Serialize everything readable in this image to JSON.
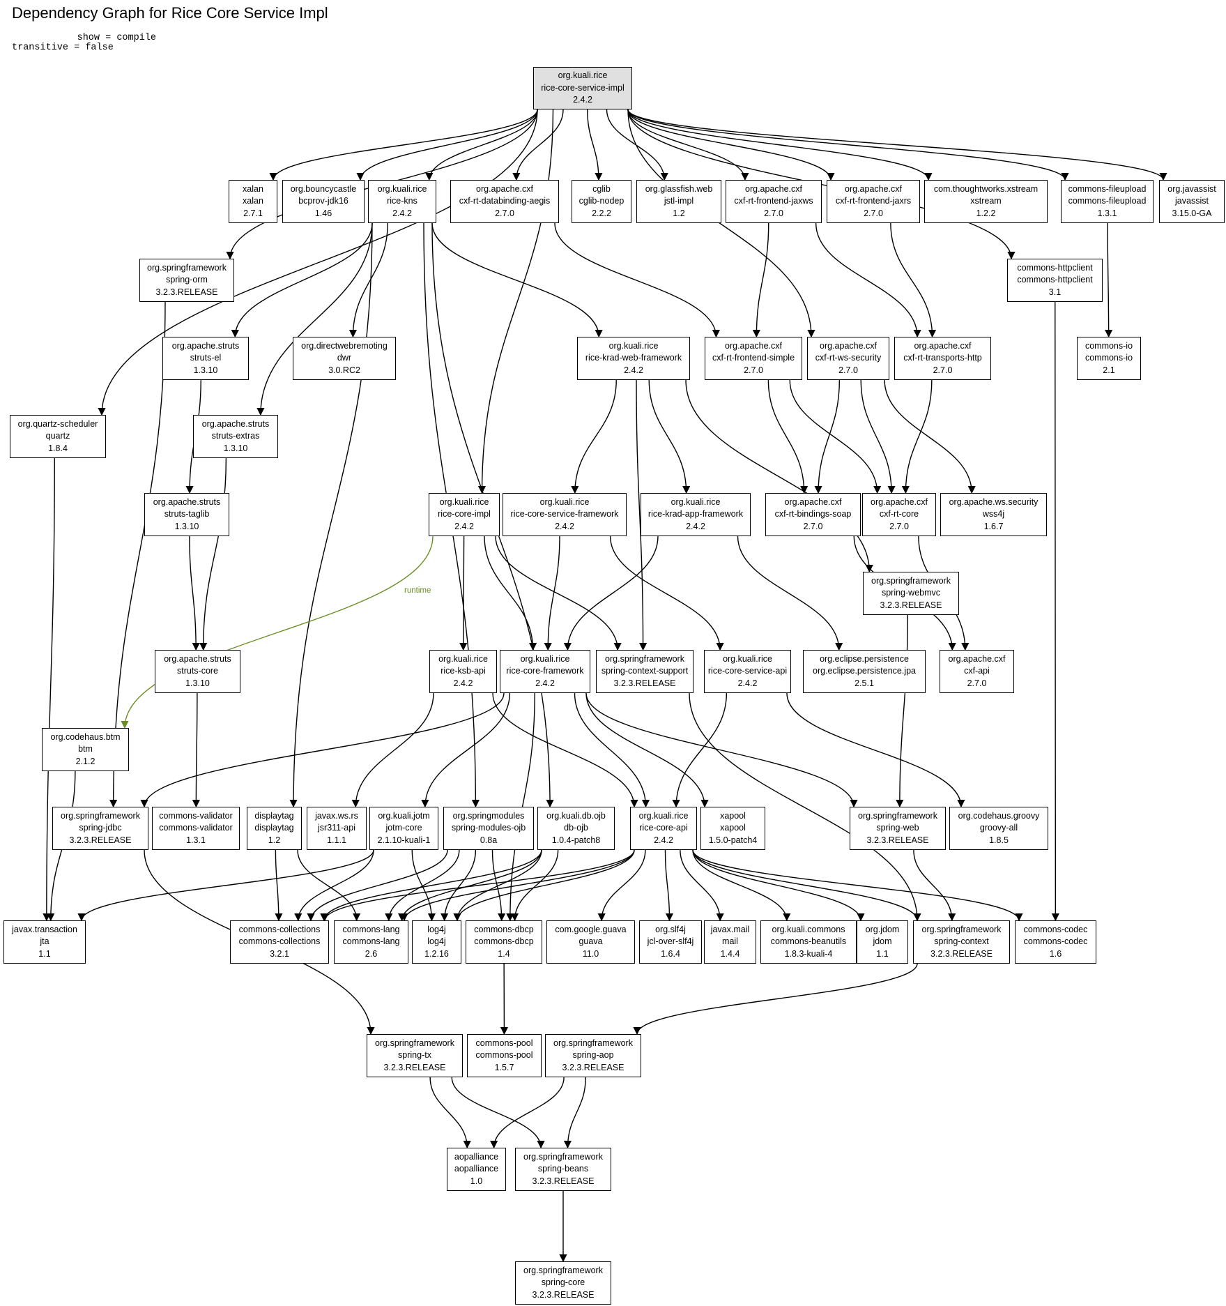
{
  "title": "Dependency Graph for Rice Core Service Impl",
  "options": {
    "show": "      show = compile",
    "transitive": "transitive = false"
  },
  "colors": {
    "edge": "#000000",
    "runtime_edge": "#6b8e23",
    "root_fill": "#e0e0e0"
  },
  "nodes": [
    {
      "id": "root",
      "group": "org.kuali.rice",
      "artifact": "rice-core-service-impl",
      "version": "2.4.2",
      "root": true
    },
    {
      "id": "xalan",
      "group": "xalan",
      "artifact": "xalan",
      "version": "2.7.1"
    },
    {
      "id": "bcprov",
      "group": "org.bouncycastle",
      "artifact": "bcprov-jdk16",
      "version": "1.46"
    },
    {
      "id": "kns",
      "group": "org.kuali.rice",
      "artifact": "rice-kns",
      "version": "2.4.2"
    },
    {
      "id": "aegis",
      "group": "org.apache.cxf",
      "artifact": "cxf-rt-databinding-aegis",
      "version": "2.7.0"
    },
    {
      "id": "cglib",
      "group": "cglib",
      "artifact": "cglib-nodep",
      "version": "2.2.2"
    },
    {
      "id": "jstl",
      "group": "org.glassfish.web",
      "artifact": "jstl-impl",
      "version": "1.2"
    },
    {
      "id": "jaxws",
      "group": "org.apache.cxf",
      "artifact": "cxf-rt-frontend-jaxws",
      "version": "2.7.0"
    },
    {
      "id": "jaxrs",
      "group": "org.apache.cxf",
      "artifact": "cxf-rt-frontend-jaxrs",
      "version": "2.7.0"
    },
    {
      "id": "xstream",
      "group": "com.thoughtworks.xstream",
      "artifact": "xstream",
      "version": "1.2.2"
    },
    {
      "id": "fileupload",
      "group": "commons-fileupload",
      "artifact": "commons-fileupload",
      "version": "1.3.1"
    },
    {
      "id": "javassist",
      "group": "org.javassist",
      "artifact": "javassist",
      "version": "3.15.0-GA"
    },
    {
      "id": "springorm",
      "group": "org.springframework",
      "artifact": "spring-orm",
      "version": "3.2.3.RELEASE"
    },
    {
      "id": "httpclient",
      "group": "commons-httpclient",
      "artifact": "commons-httpclient",
      "version": "3.1"
    },
    {
      "id": "strutsel",
      "group": "org.apache.struts",
      "artifact": "struts-el",
      "version": "1.3.10"
    },
    {
      "id": "dwr",
      "group": "org.directwebremoting",
      "artifact": "dwr",
      "version": "3.0.RC2"
    },
    {
      "id": "kradweb",
      "group": "org.kuali.rice",
      "artifact": "rice-krad-web-framework",
      "version": "2.4.2"
    },
    {
      "id": "simple",
      "group": "org.apache.cxf",
      "artifact": "cxf-rt-frontend-simple",
      "version": "2.7.0"
    },
    {
      "id": "wssec",
      "group": "org.apache.cxf",
      "artifact": "cxf-rt-ws-security",
      "version": "2.7.0"
    },
    {
      "id": "transhttp",
      "group": "org.apache.cxf",
      "artifact": "cxf-rt-transports-http",
      "version": "2.7.0"
    },
    {
      "id": "commonsio",
      "group": "commons-io",
      "artifact": "commons-io",
      "version": "2.1"
    },
    {
      "id": "quartz",
      "group": "org.quartz-scheduler",
      "artifact": "quartz",
      "version": "1.8.4"
    },
    {
      "id": "strutsext",
      "group": "org.apache.struts",
      "artifact": "struts-extras",
      "version": "1.3.10"
    },
    {
      "id": "taglib",
      "group": "org.apache.struts",
      "artifact": "struts-taglib",
      "version": "1.3.10"
    },
    {
      "id": "coreimpl",
      "group": "org.kuali.rice",
      "artifact": "rice-core-impl",
      "version": "2.4.2"
    },
    {
      "id": "csfw",
      "group": "org.kuali.rice",
      "artifact": "rice-core-service-framework",
      "version": "2.4.2"
    },
    {
      "id": "kradapp",
      "group": "org.kuali.rice",
      "artifact": "rice-krad-app-framework",
      "version": "2.4.2"
    },
    {
      "id": "bsoap",
      "group": "org.apache.cxf",
      "artifact": "cxf-rt-bindings-soap",
      "version": "2.7.0"
    },
    {
      "id": "cxfcore",
      "group": "org.apache.cxf",
      "artifact": "cxf-rt-core",
      "version": "2.7.0"
    },
    {
      "id": "wss4j",
      "group": "org.apache.ws.security",
      "artifact": "wss4j",
      "version": "1.6.7"
    },
    {
      "id": "webmvc",
      "group": "org.springframework",
      "artifact": "spring-webmvc",
      "version": "3.2.3.RELEASE"
    },
    {
      "id": "strutscore",
      "group": "org.apache.struts",
      "artifact": "struts-core",
      "version": "1.3.10"
    },
    {
      "id": "ksbapi",
      "group": "org.kuali.rice",
      "artifact": "rice-ksb-api",
      "version": "2.4.2"
    },
    {
      "id": "corefw",
      "group": "org.kuali.rice",
      "artifact": "rice-core-framework",
      "version": "2.4.2"
    },
    {
      "id": "ctxsupport",
      "group": "org.springframework",
      "artifact": "spring-context-support",
      "version": "3.2.3.RELEASE"
    },
    {
      "id": "csapi",
      "group": "org.kuali.rice",
      "artifact": "rice-core-service-api",
      "version": "2.4.2"
    },
    {
      "id": "jpa",
      "group": "org.eclipse.persistence",
      "artifact": "org.eclipse.persistence.jpa",
      "version": "2.5.1"
    },
    {
      "id": "cxfapi",
      "group": "org.apache.cxf",
      "artifact": "cxf-api",
      "version": "2.7.0"
    },
    {
      "id": "btm",
      "group": "org.codehaus.btm",
      "artifact": "btm",
      "version": "2.1.2"
    },
    {
      "id": "springjdbc",
      "group": "org.springframework",
      "artifact": "spring-jdbc",
      "version": "3.2.3.RELEASE"
    },
    {
      "id": "validator",
      "group": "commons-validator",
      "artifact": "commons-validator",
      "version": "1.3.1"
    },
    {
      "id": "displaytag",
      "group": "displaytag",
      "artifact": "displaytag",
      "version": "1.2"
    },
    {
      "id": "jsr311",
      "group": "javax.ws.rs",
      "artifact": "jsr311-api",
      "version": "1.1.1"
    },
    {
      "id": "jotm",
      "group": "org.kuali.jotm",
      "artifact": "jotm-core",
      "version": "2.1.10-kuali-1"
    },
    {
      "id": "smojb",
      "group": "org.springmodules",
      "artifact": "spring-modules-ojb",
      "version": "0.8a"
    },
    {
      "id": "dbojb",
      "group": "org.kuali.db.ojb",
      "artifact": "db-ojb",
      "version": "1.0.4-patch8"
    },
    {
      "id": "coreapi",
      "group": "org.kuali.rice",
      "artifact": "rice-core-api",
      "version": "2.4.2"
    },
    {
      "id": "xapool",
      "group": "xapool",
      "artifact": "xapool",
      "version": "1.5.0-patch4"
    },
    {
      "id": "springweb",
      "group": "org.springframework",
      "artifact": "spring-web",
      "version": "3.2.3.RELEASE"
    },
    {
      "id": "groovy",
      "group": "org.codehaus.groovy",
      "artifact": "groovy-all",
      "version": "1.8.5"
    },
    {
      "id": "jta",
      "group": "javax.transaction",
      "artifact": "jta",
      "version": "1.1"
    },
    {
      "id": "collections",
      "group": "commons-collections",
      "artifact": "commons-collections",
      "version": "3.2.1"
    },
    {
      "id": "lang",
      "group": "commons-lang",
      "artifact": "commons-lang",
      "version": "2.6"
    },
    {
      "id": "log4j",
      "group": "log4j",
      "artifact": "log4j",
      "version": "1.2.16"
    },
    {
      "id": "dbcp",
      "group": "commons-dbcp",
      "artifact": "commons-dbcp",
      "version": "1.4"
    },
    {
      "id": "guava",
      "group": "com.google.guava",
      "artifact": "guava",
      "version": "11.0"
    },
    {
      "id": "slf4j",
      "group": "org.slf4j",
      "artifact": "jcl-over-slf4j",
      "version": "1.6.4"
    },
    {
      "id": "mail",
      "group": "javax.mail",
      "artifact": "mail",
      "version": "1.4.4"
    },
    {
      "id": "beanutils",
      "group": "org.kuali.commons",
      "artifact": "commons-beanutils",
      "version": "1.8.3-kuali-4"
    },
    {
      "id": "jdom",
      "group": "org.jdom",
      "artifact": "jdom",
      "version": "1.1"
    },
    {
      "id": "springctx",
      "group": "org.springframework",
      "artifact": "spring-context",
      "version": "3.2.3.RELEASE"
    },
    {
      "id": "codec",
      "group": "commons-codec",
      "artifact": "commons-codec",
      "version": "1.6"
    },
    {
      "id": "springtx",
      "group": "org.springframework",
      "artifact": "spring-tx",
      "version": "3.2.3.RELEASE"
    },
    {
      "id": "pool",
      "group": "commons-pool",
      "artifact": "commons-pool",
      "version": "1.5.7"
    },
    {
      "id": "springaop",
      "group": "org.springframework",
      "artifact": "spring-aop",
      "version": "3.2.3.RELEASE"
    },
    {
      "id": "aopalliance",
      "group": "aopalliance",
      "artifact": "aopalliance",
      "version": "1.0"
    },
    {
      "id": "springbeans",
      "group": "org.springframework",
      "artifact": "spring-beans",
      "version": "3.2.3.RELEASE"
    },
    {
      "id": "springcore",
      "group": "org.springframework",
      "artifact": "spring-core",
      "version": "3.2.3.RELEASE"
    }
  ],
  "edges": [
    [
      "root",
      "xalan"
    ],
    [
      "root",
      "bcprov"
    ],
    [
      "root",
      "kns"
    ],
    [
      "root",
      "aegis"
    ],
    [
      "root",
      "cglib"
    ],
    [
      "root",
      "jstl"
    ],
    [
      "root",
      "jaxws"
    ],
    [
      "root",
      "jaxrs"
    ],
    [
      "root",
      "xstream"
    ],
    [
      "root",
      "fileupload"
    ],
    [
      "root",
      "javassist"
    ],
    [
      "root",
      "springorm"
    ],
    [
      "root",
      "httpclient"
    ],
    [
      "root",
      "quartz"
    ],
    [
      "root",
      "coreimpl"
    ],
    [
      "root",
      "wssec"
    ],
    [
      "kns",
      "strutsel"
    ],
    [
      "kns",
      "dwr"
    ],
    [
      "kns",
      "kradweb"
    ],
    [
      "kns",
      "strutsext"
    ],
    [
      "kns",
      "displaytag"
    ],
    [
      "kns",
      "smojb"
    ],
    [
      "kns",
      "dbojb"
    ],
    [
      "aegis",
      "simple"
    ],
    [
      "jaxws",
      "simple"
    ],
    [
      "jaxws",
      "transhttp"
    ],
    [
      "jaxrs",
      "transhttp"
    ],
    [
      "fileupload",
      "commonsio"
    ],
    [
      "httpclient",
      "codec"
    ],
    [
      "springorm",
      "springjdbc"
    ],
    [
      "strutsel",
      "taglib"
    ],
    [
      "strutsext",
      "strutscore"
    ],
    [
      "taglib",
      "strutscore"
    ],
    [
      "strutscore",
      "validator"
    ],
    [
      "quartz",
      "jta"
    ],
    [
      "kradweb",
      "csfw"
    ],
    [
      "kradweb",
      "kradapp"
    ],
    [
      "kradweb",
      "ctxsupport"
    ],
    [
      "kradweb",
      "webmvc"
    ],
    [
      "simple",
      "bsoap"
    ],
    [
      "simple",
      "cxfcore"
    ],
    [
      "wssec",
      "bsoap"
    ],
    [
      "wssec",
      "cxfcore"
    ],
    [
      "wssec",
      "wss4j"
    ],
    [
      "transhttp",
      "cxfcore"
    ],
    [
      "bsoap",
      "cxfapi"
    ],
    [
      "cxfcore",
      "cxfapi"
    ],
    [
      "coreimpl",
      "ksbapi"
    ],
    [
      "coreimpl",
      "corefw"
    ],
    [
      "coreimpl",
      "ctxsupport"
    ],
    [
      "csfw",
      "corefw"
    ],
    [
      "csfw",
      "csapi"
    ],
    [
      "kradapp",
      "corefw"
    ],
    [
      "kradapp",
      "jpa"
    ],
    [
      "webmvc",
      "springweb"
    ],
    [
      "ksbapi",
      "jsr311"
    ],
    [
      "ksbapi",
      "coreapi"
    ],
    [
      "corefw",
      "springjdbc"
    ],
    [
      "corefw",
      "jotm"
    ],
    [
      "corefw",
      "coreapi"
    ],
    [
      "corefw",
      "xapool"
    ],
    [
      "corefw",
      "springweb"
    ],
    [
      "corefw",
      "dbcp"
    ],
    [
      "ctxsupport",
      "springctx"
    ],
    [
      "csapi",
      "coreapi"
    ],
    [
      "csapi",
      "groovy"
    ],
    [
      "btm",
      "jta"
    ],
    [
      "springjdbc",
      "springtx"
    ],
    [
      "displaytag",
      "collections"
    ],
    [
      "displaytag",
      "lang"
    ],
    [
      "jotm",
      "jta"
    ],
    [
      "jotm",
      "collections"
    ],
    [
      "jotm",
      "log4j"
    ],
    [
      "smojb",
      "collections"
    ],
    [
      "smojb",
      "lang"
    ],
    [
      "smojb",
      "log4j"
    ],
    [
      "smojb",
      "dbcp"
    ],
    [
      "dbojb",
      "collections"
    ],
    [
      "dbojb",
      "lang"
    ],
    [
      "dbojb",
      "log4j"
    ],
    [
      "dbojb",
      "dbcp"
    ],
    [
      "coreapi",
      "collections"
    ],
    [
      "coreapi",
      "lang"
    ],
    [
      "coreapi",
      "log4j"
    ],
    [
      "coreapi",
      "guava"
    ],
    [
      "coreapi",
      "slf4j"
    ],
    [
      "coreapi",
      "mail"
    ],
    [
      "coreapi",
      "beanutils"
    ],
    [
      "coreapi",
      "jdom"
    ],
    [
      "coreapi",
      "springctx"
    ],
    [
      "coreapi",
      "codec"
    ],
    [
      "springweb",
      "springctx"
    ],
    [
      "dbcp",
      "pool"
    ],
    [
      "springctx",
      "springaop"
    ],
    [
      "springtx",
      "aopalliance"
    ],
    [
      "springtx",
      "springbeans"
    ],
    [
      "springaop",
      "aopalliance"
    ],
    [
      "springaop",
      "springbeans"
    ],
    [
      "springbeans",
      "springcore"
    ]
  ],
  "runtime_edges": [
    {
      "from": "coreimpl",
      "to": "btm",
      "label": "runtime"
    }
  ]
}
